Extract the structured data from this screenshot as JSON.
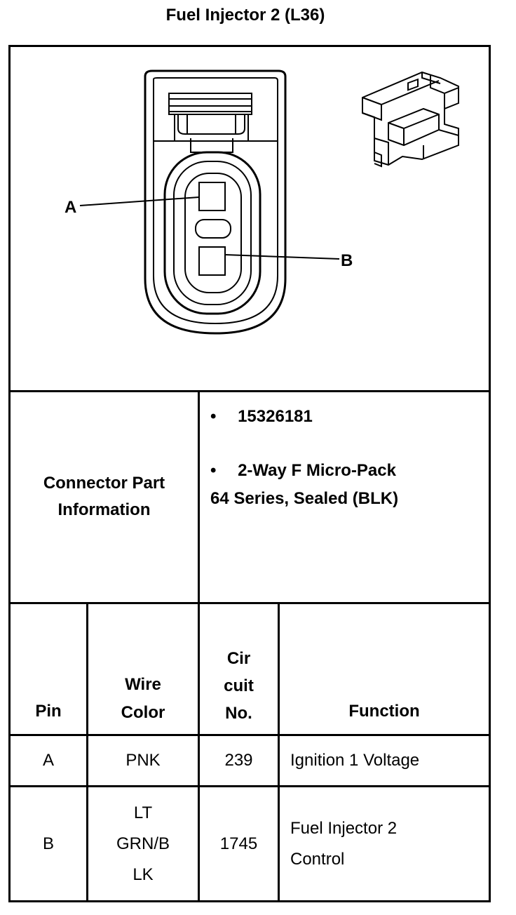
{
  "title": "Fuel Injector 2 (L36)",
  "diagram": {
    "pin_labels": [
      "A",
      "B"
    ]
  },
  "connector_info": {
    "label_line1": "Connector Part",
    "label_line2": "Information",
    "bullet": "•",
    "part_number": "15326181",
    "description_line1": "2-Way F Micro-Pack",
    "description_line2": "64 Series, Sealed (BLK)"
  },
  "pin_table": {
    "headers": {
      "pin": "Pin",
      "wire_color_line1": "Wire",
      "wire_color_line2": "Color",
      "circuit_line1": "Cir",
      "circuit_line2": "cuit",
      "circuit_line3": "No.",
      "function": "Function"
    },
    "rows": [
      {
        "pin": "A",
        "wire_color_lines": [
          "PNK"
        ],
        "circuit": "239",
        "function_lines": [
          "Ignition 1 Voltage"
        ]
      },
      {
        "pin": "B",
        "wire_color_lines": [
          "LT",
          "GRN/B",
          "LK"
        ],
        "circuit": "1745",
        "function_lines": [
          "Fuel Injector 2",
          "Control"
        ]
      }
    ]
  }
}
